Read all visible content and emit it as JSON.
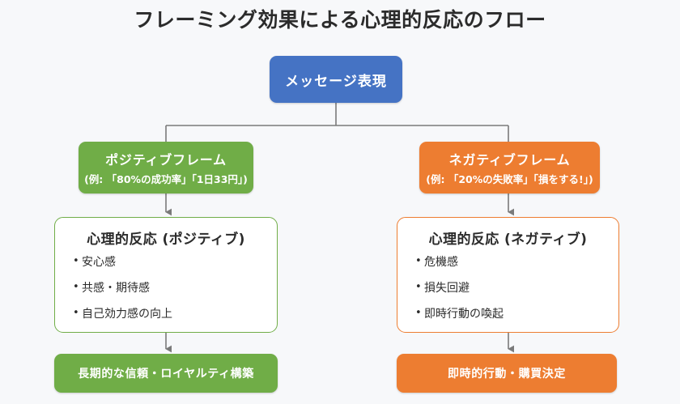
{
  "diagram": {
    "title": "フレーミング効果による心理的反応のフロー",
    "background_color": "#f7f8fa",
    "colors": {
      "root": "#4573c4",
      "positive": "#70ad47",
      "negative": "#ed7d31",
      "connector": "#808080",
      "panel_background": "#ffffff",
      "text_dark": "#2b2b2b",
      "text_light": "#ffffff"
    },
    "nodes": {
      "root": {
        "label": "メッセージ表現"
      },
      "positive_frame": {
        "label": "ポジティブフレーム",
        "example": "(例: 「80%の成功率」「1日33円」)"
      },
      "negative_frame": {
        "label": "ネガティブフレーム",
        "example": "(例: 「20%の失敗率」「損をする!」)"
      },
      "positive_reaction": {
        "label": "心理的反応 (ポジティブ)",
        "items": [
          "安心感",
          "共感・期待感",
          "自己効力感の向上"
        ]
      },
      "negative_reaction": {
        "label": "心理的反応 (ネガティブ)",
        "items": [
          "危機感",
          "損失回避",
          "即時行動の喚起"
        ]
      },
      "positive_outcome": {
        "label": "長期的な信頼・ロイヤルティ構築"
      },
      "negative_outcome": {
        "label": "即時的行動・購買決定"
      }
    }
  }
}
